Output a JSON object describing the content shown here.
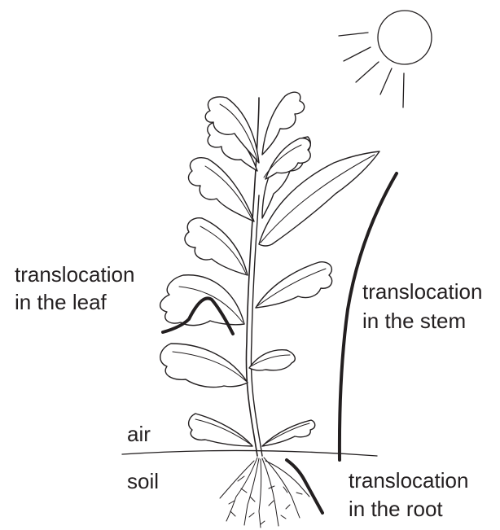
{
  "labels": {
    "leaf_line1": "translocation",
    "leaf_line2": "in the leaf",
    "stem_line1": "translocation",
    "stem_line2": "in the stem",
    "root_line1": "translocation",
    "root_line2": "in the root",
    "air": "air",
    "soil": "soil"
  },
  "colors": {
    "ink": "#231f20",
    "background": "#ffffff"
  }
}
